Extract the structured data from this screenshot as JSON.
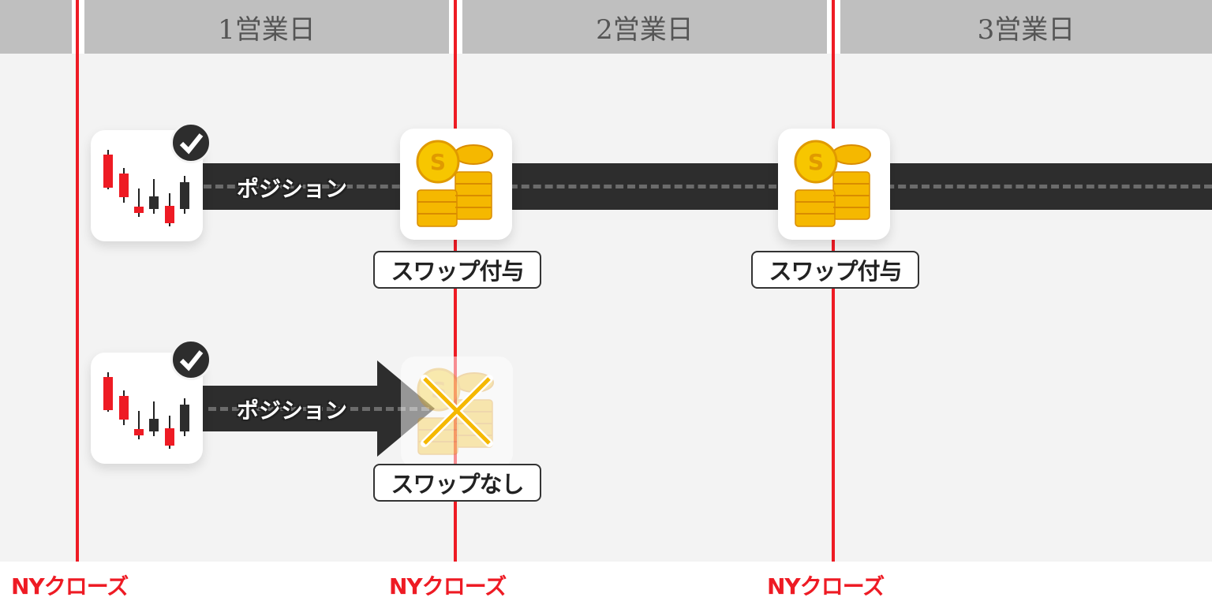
{
  "header": {
    "days": [
      "1営業日",
      "2営業日",
      "3営業日"
    ]
  },
  "markers": {
    "ny_close": "NYクローズ"
  },
  "rows": [
    {
      "position_label": "ポジション",
      "events": [
        "スワップ付与",
        "スワップ付与"
      ]
    },
    {
      "position_label": "ポジション",
      "events": [
        "スワップなし"
      ]
    }
  ],
  "colors": {
    "red": "#ee1b24",
    "dark": "#2d2d2d",
    "gold": "#f5b800"
  }
}
